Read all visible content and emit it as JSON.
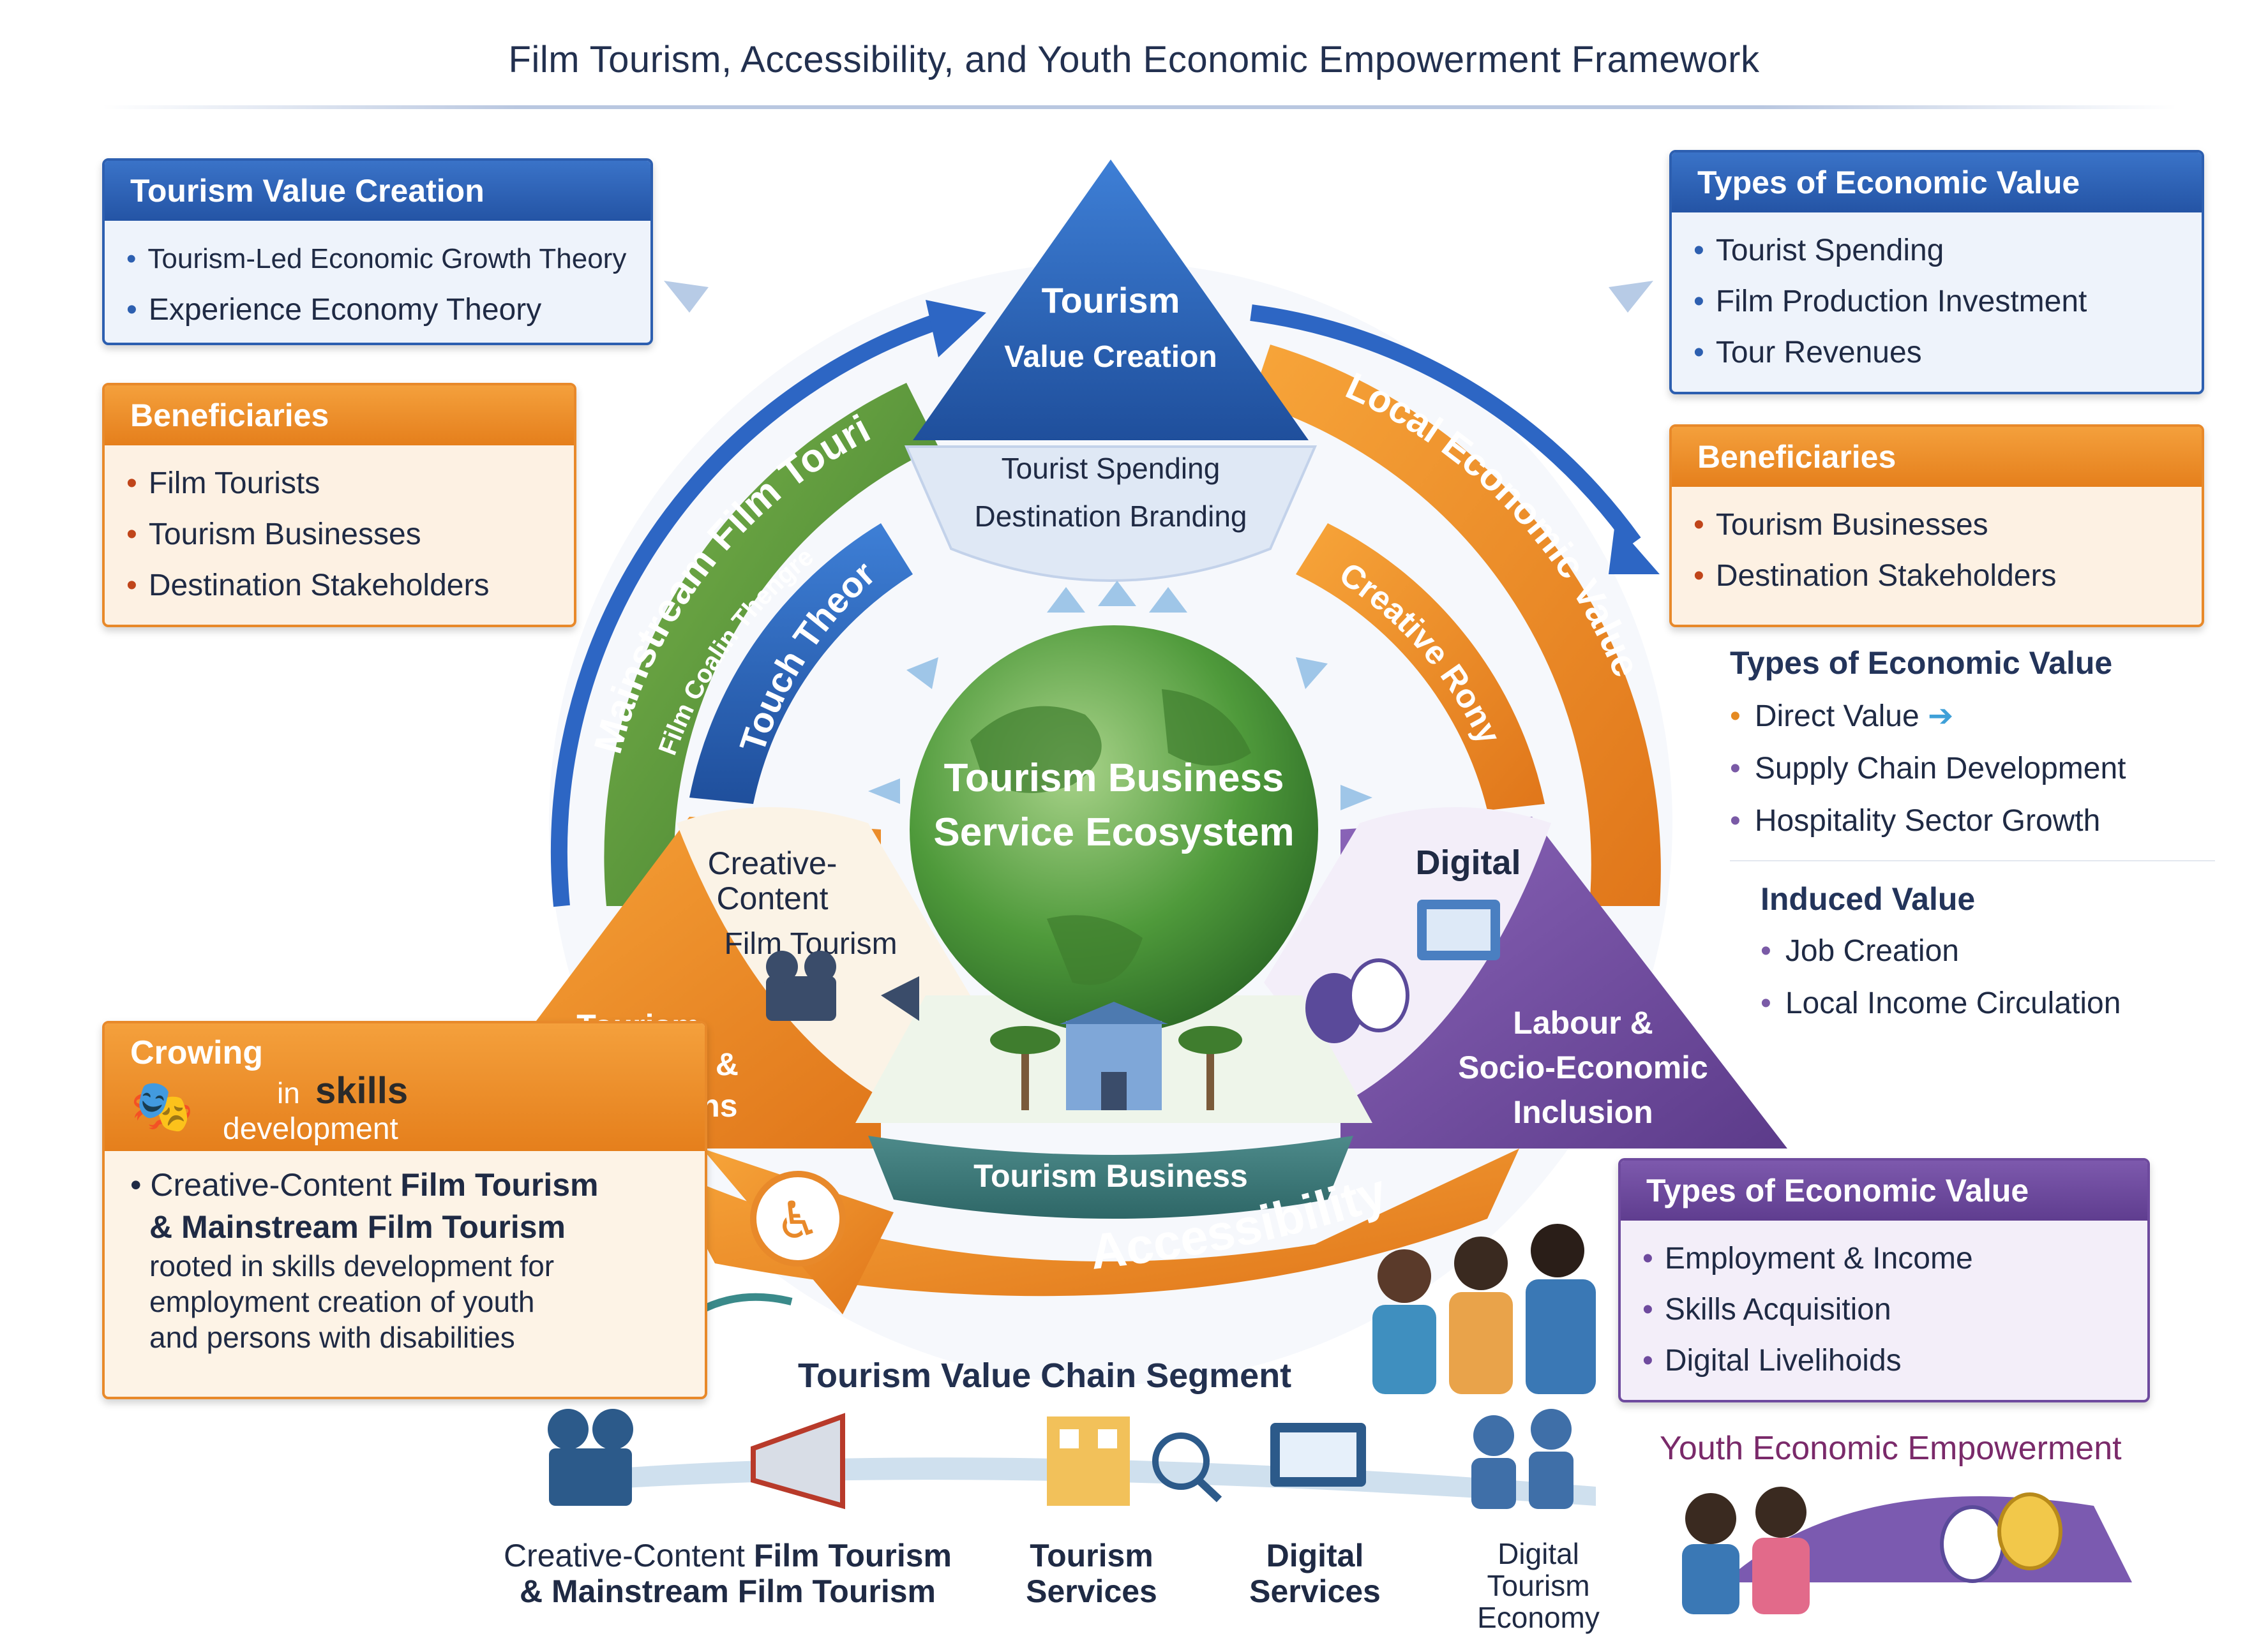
{
  "title": "Film Tourism, Accessibility, and Youth Economic Empowerment Framework",
  "tl_box": {
    "header": "Tourism Value Creation",
    "items": [
      "Tourism-Led Economic Growth Theory",
      "Experience Economy Theory"
    ]
  },
  "ml_box": {
    "header": "Beneficiaries",
    "items": [
      "Film Tourists",
      "Tourism Businesses",
      "Destination Stakeholders"
    ]
  },
  "tr_box": {
    "header": "Types of Economic Value",
    "items": [
      "Tourist Spending",
      "Film Production Investment",
      "Tour Revenues"
    ]
  },
  "mr_box": {
    "header": "Beneficiaries",
    "items": [
      "Tourism Businesses",
      "Destination Stakeholders"
    ]
  },
  "right_plain": {
    "title1": "Types of Economic Value",
    "items1": [
      "Direct Value",
      "Supply Chain Development",
      "Hospitality Sector Growth"
    ],
    "title2": "Induced Value",
    "items2": [
      "Job Creation",
      "Local Income Circulation"
    ]
  },
  "br_box": {
    "header": "Types of Economic Value",
    "items": [
      "Employment & Income",
      "Skills Acquisition",
      "Digital Livelihoids"
    ]
  },
  "skills_box": {
    "h1": "Crowing",
    "h2": "in",
    "h3": "skills",
    "h4": "development",
    "line1_a": "Creative-Content ",
    "line1_b": "Film Tourism",
    "line2": "& Mainstream Film Tourism",
    "body": [
      "rooted in skills development for",
      "employment creation of youth",
      "and persons with disabilities"
    ]
  },
  "triangle": {
    "top_l1": "Tourism",
    "top_l2": "Value Creation",
    "top_b1": "Tourist Spending",
    "top_b2": "Destination Branding",
    "left_l1": "Tourism",
    "left_l2": "Ecosystem &",
    "left_l3": "Value Chains",
    "right_l1": "Labour &",
    "right_l2": "Socio-Economic",
    "right_l3": "Inclusion",
    "inner_left1": "Creative-",
    "inner_left2": "Content",
    "inner_left3": "Film Tourism",
    "inner_right": "Digital",
    "bottom_banner": "Tourism Business",
    "globe_l1": "Tourism Business",
    "globe_l2": "Service Ecosystem"
  },
  "arcs": {
    "green": "Mainstream Film Tourism",
    "green_inner": "Film Coalin Thengre",
    "blue": "Touch Theory",
    "orange_outer": "Local Economic Value",
    "orange_inner": "Creative Rony",
    "accessibility": "Accessibility"
  },
  "chain_title": "Tourism Value Chain Segment",
  "chain": [
    {
      "a": "Creative-Content ",
      "b": "Film Tourism",
      "c": "& Mainstream Film Tourism"
    },
    {
      "l1": "Tourism",
      "l2": "Services"
    },
    {
      "l1": "Digital",
      "l2": "Services"
    },
    {
      "l1": "Digital",
      "l2": "Tourism",
      "l3": "Economy"
    }
  ],
  "youth_title": "Youth Economic Empowerment",
  "colors": {
    "blue": "#2d5fb0",
    "orange": "#e8892a",
    "green": "#5b9a3c",
    "purple": "#6e4a9e"
  }
}
